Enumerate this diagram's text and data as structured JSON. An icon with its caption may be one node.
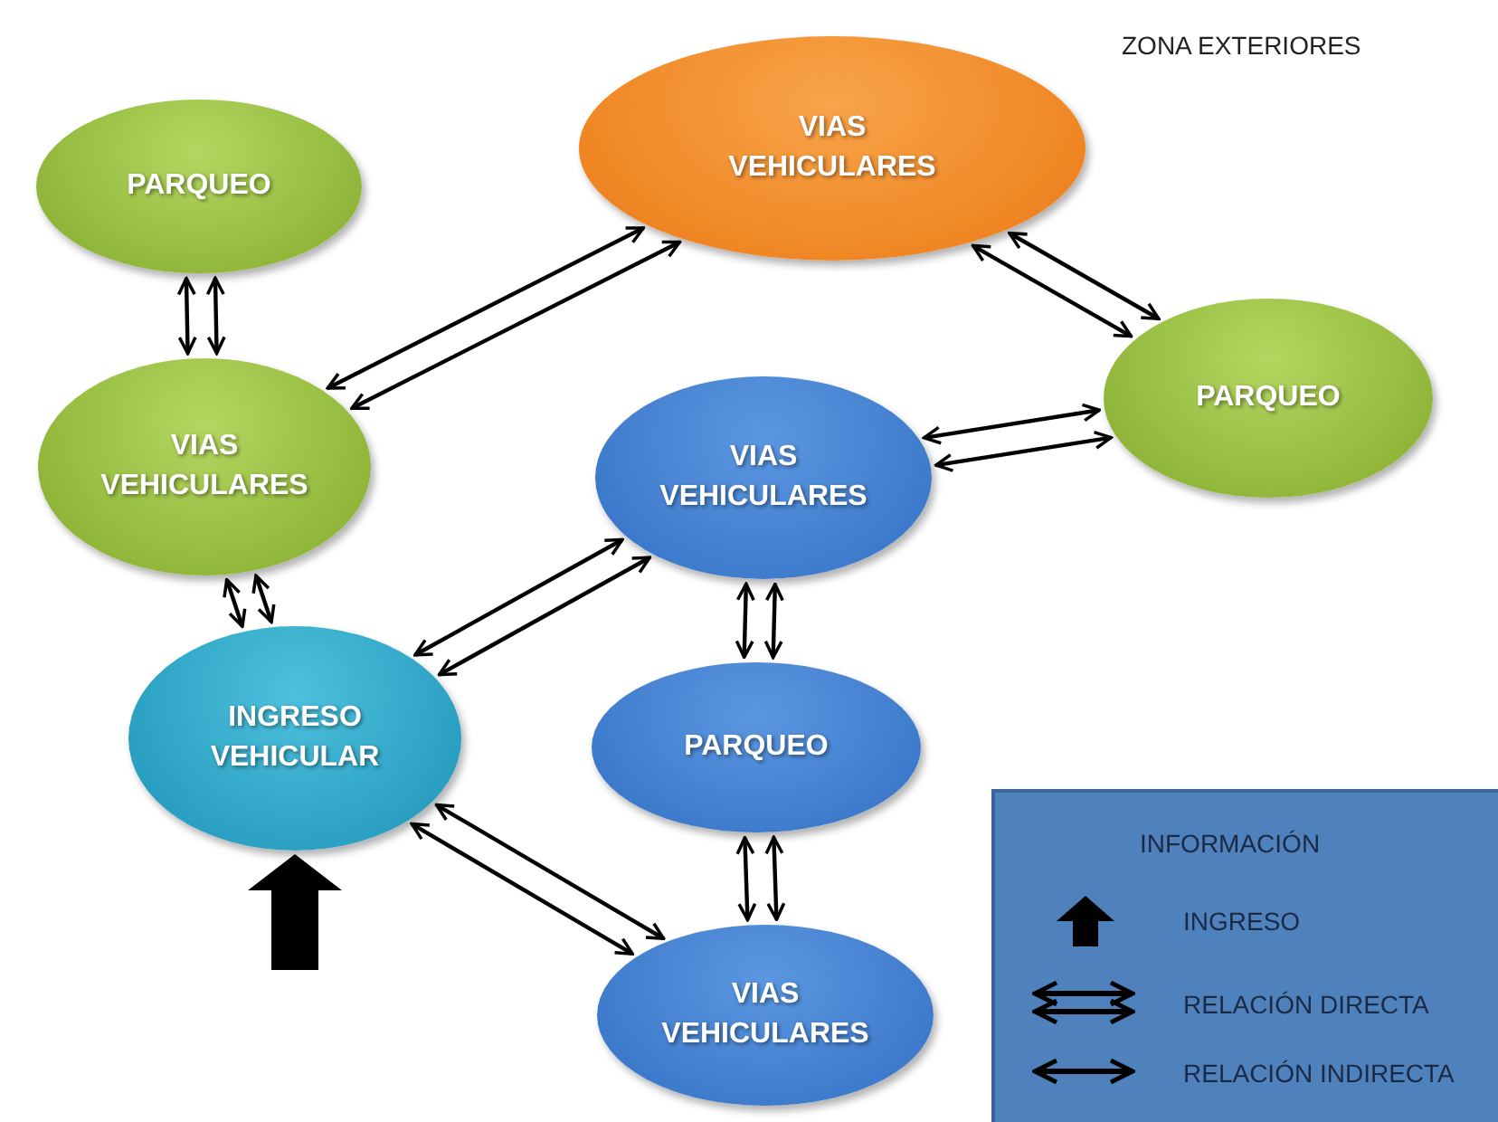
{
  "diagram": {
    "nodes": [
      {
        "text": [
          "PARQUEO"
        ]
      },
      {
        "text": [
          "VIAS VEHICULARES"
        ]
      },
      {
        "text": [
          "VIAS VEHICULARES"
        ]
      },
      {
        "text": [
          "PARQUEO"
        ]
      },
      {
        "text": [
          "VIAS VEHICULARES"
        ]
      },
      {
        "text": [
          "INGRESO VEHICULAR"
        ]
      },
      {
        "text": [
          "PARQUEO"
        ]
      },
      {
        "text": [
          "VIAS VEHICULARES"
        ]
      }
    ],
    "edges": [
      {
        "from": 0,
        "to": 2,
        "arrow": "both"
      },
      {
        "from": 0,
        "to": 2,
        "arrow": "both"
      },
      {
        "from": 1,
        "to": 2,
        "arrow": "both"
      },
      {
        "from": 1,
        "to": 2,
        "arrow": "both"
      },
      {
        "from": 1,
        "to": 3,
        "arrow": "both"
      },
      {
        "from": 1,
        "to": 3,
        "arrow": "both"
      },
      {
        "from": 3,
        "to": 4,
        "arrow": "both"
      },
      {
        "from": 3,
        "to": 4,
        "arrow": "both"
      },
      {
        "from": 2,
        "to": 5,
        "arrow": "both"
      },
      {
        "from": 2,
        "to": 5,
        "arrow": "both"
      },
      {
        "from": 5,
        "to": 4,
        "arrow": "both"
      },
      {
        "from": 5,
        "to": 4,
        "arrow": "both"
      },
      {
        "from": 4,
        "to": 6,
        "arrow": "both"
      },
      {
        "from": 4,
        "to": 6,
        "arrow": "both"
      },
      {
        "from": 6,
        "to": 7,
        "arrow": "both"
      },
      {
        "from": 6,
        "to": 7,
        "arrow": "both"
      },
      {
        "from": 5,
        "to": 7,
        "arrow": "both"
      },
      {
        "from": 5,
        "to": 7,
        "arrow": "both"
      },
      {
        "from": null,
        "to": 5,
        "arrow": "to",
        "style": "thick"
      }
    ],
    "labels": [
      "ZONA EXTERIORES",
      "INFORMACIÓN"
    ],
    "legend": [
      {
        "text": "INGRESO"
      },
      {
        "text": "RELACIÓN DIRECTA"
      },
      {
        "text": "RELACIÓN INDIRECTA"
      }
    ]
  }
}
